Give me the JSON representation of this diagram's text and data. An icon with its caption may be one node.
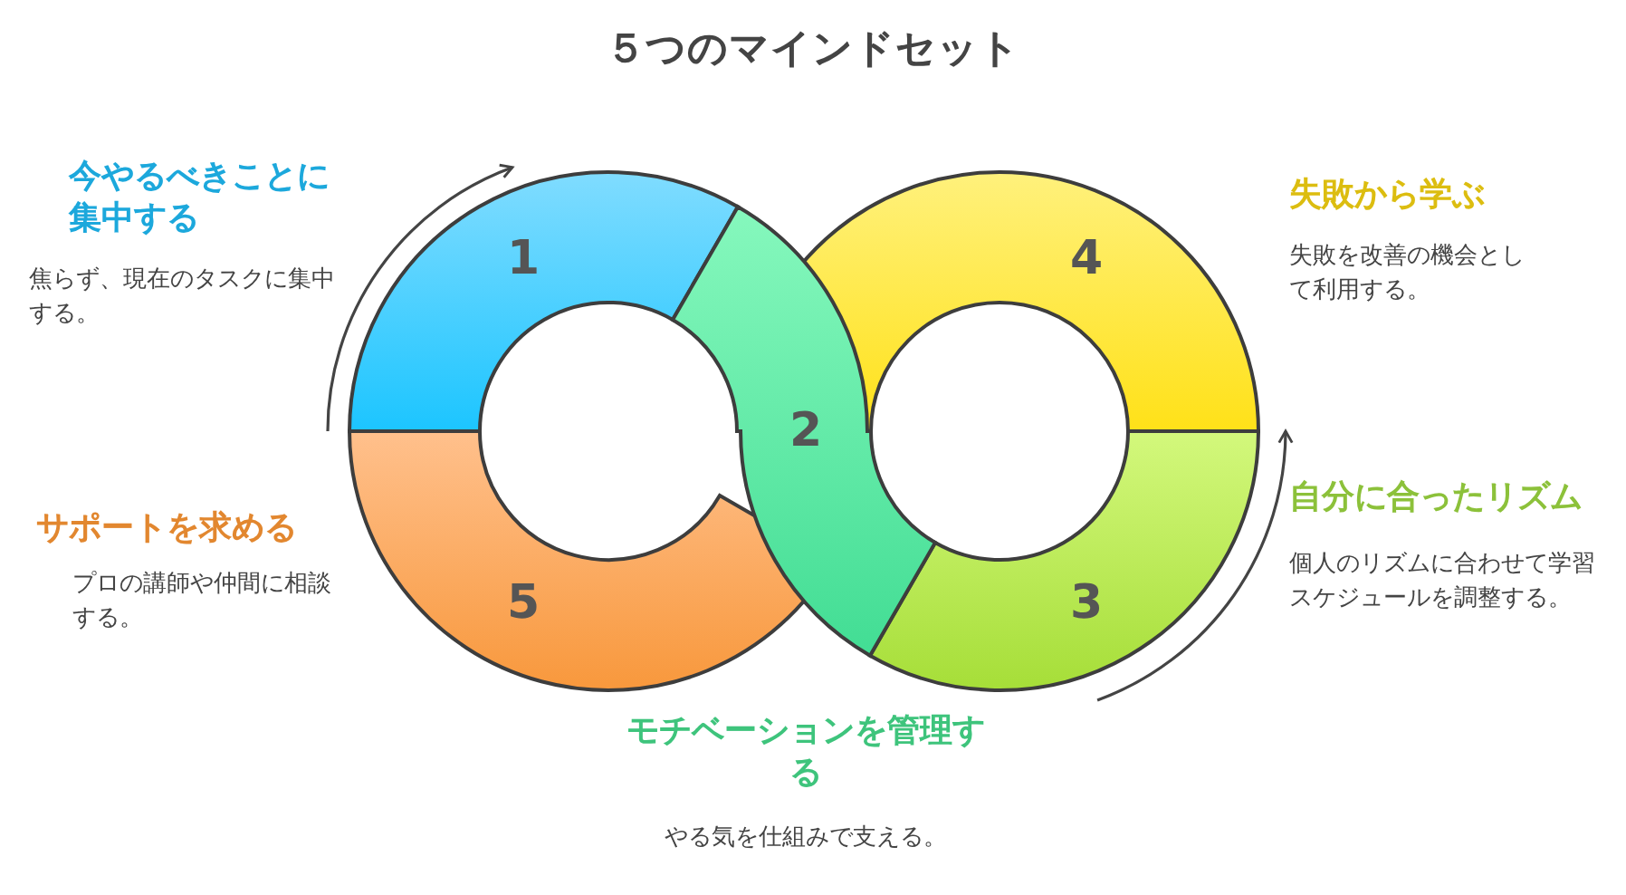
{
  "diagram": {
    "title": "５つのマインドセット",
    "nodes": [
      {
        "text": [
          "1"
        ],
        "beside": [
          "今やるべきことに集中する",
          "焦らず、現在のタスクに集中する。"
        ]
      },
      {
        "text": [
          "2"
        ],
        "beside": [
          "モチベーションを管理する",
          "やる気を仕組みで支える。"
        ]
      },
      {
        "text": [
          "3"
        ],
        "beside": [
          "自分に合ったリズム",
          "個人のリズムに合わせて学習スケジュールを調整する。"
        ]
      },
      {
        "text": [
          "4"
        ],
        "beside": [
          "失敗から学ぶ",
          "失敗を改善の機会として利用する。"
        ]
      },
      {
        "text": [
          "5"
        ],
        "beside": [
          "サポートを求める",
          "プロの講師や仲間に相談する。"
        ]
      }
    ]
  }
}
